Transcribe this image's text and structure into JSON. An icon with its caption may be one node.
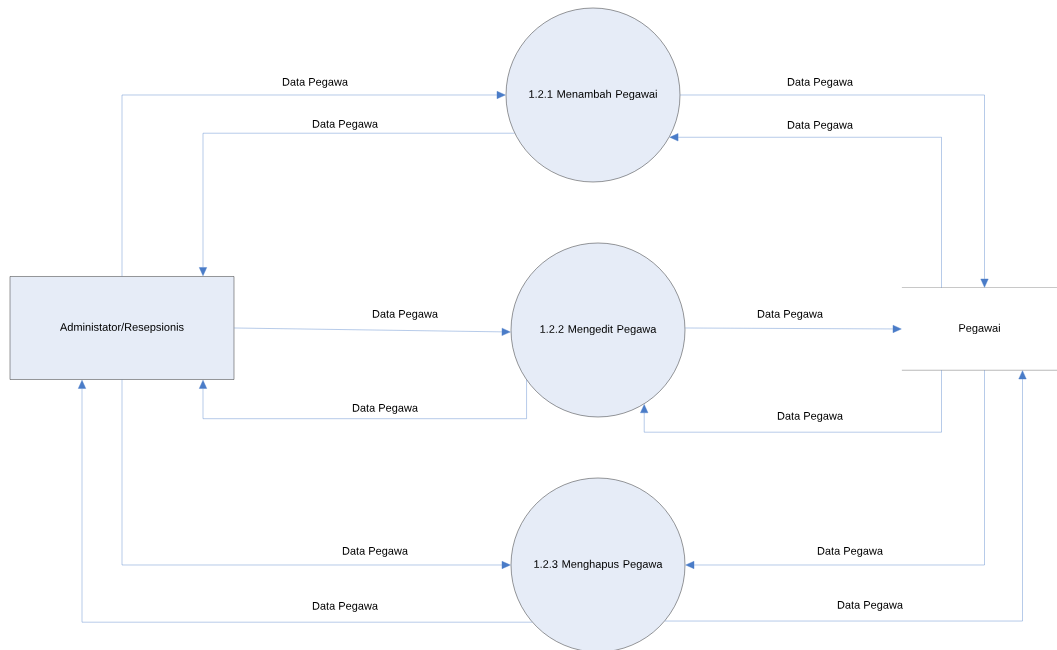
{
  "diagram": {
    "nodes": [
      {
        "text": [
          "Administator/Resepsionis"
        ]
      },
      {
        "text": [
          "1.2.1 Menambah Pegawai"
        ]
      },
      {
        "text": [
          "1.2.2 Mengedit Pegawa"
        ]
      },
      {
        "text": [
          "1.2.3 Menghapus Pegawa"
        ]
      },
      {
        "text": [
          "Pegawai"
        ]
      }
    ],
    "edges": [
      {
        "from": 0,
        "to": 1,
        "arrow": "to",
        "label": "Data Pegawa"
      },
      {
        "from": 1,
        "to": 0,
        "arrow": "to",
        "label": "Data Pegawa"
      },
      {
        "from": 1,
        "to": 4,
        "arrow": "to",
        "label": "Data Pegawa"
      },
      {
        "from": 4,
        "to": 1,
        "arrow": "to",
        "label": "Data Pegawa"
      },
      {
        "from": 0,
        "to": 2,
        "arrow": "to",
        "label": "Data Pegawa"
      },
      {
        "from": 2,
        "to": 4,
        "arrow": "to",
        "label": "Data Pegawa"
      },
      {
        "from": 2,
        "to": 0,
        "arrow": "to",
        "label": "Data Pegawa"
      },
      {
        "from": 4,
        "to": 2,
        "arrow": "to",
        "label": "Data Pegawa"
      },
      {
        "from": 0,
        "to": 3,
        "arrow": "to",
        "label": "Data Pegawa"
      },
      {
        "from": 3,
        "to": 0,
        "arrow": "to",
        "label": "Data Pegawa"
      },
      {
        "from": 4,
        "to": 3,
        "arrow": "to",
        "label": "Data Pegawa"
      },
      {
        "from": 3,
        "to": 4,
        "arrow": "to",
        "label": "Data Pegawa"
      }
    ]
  }
}
